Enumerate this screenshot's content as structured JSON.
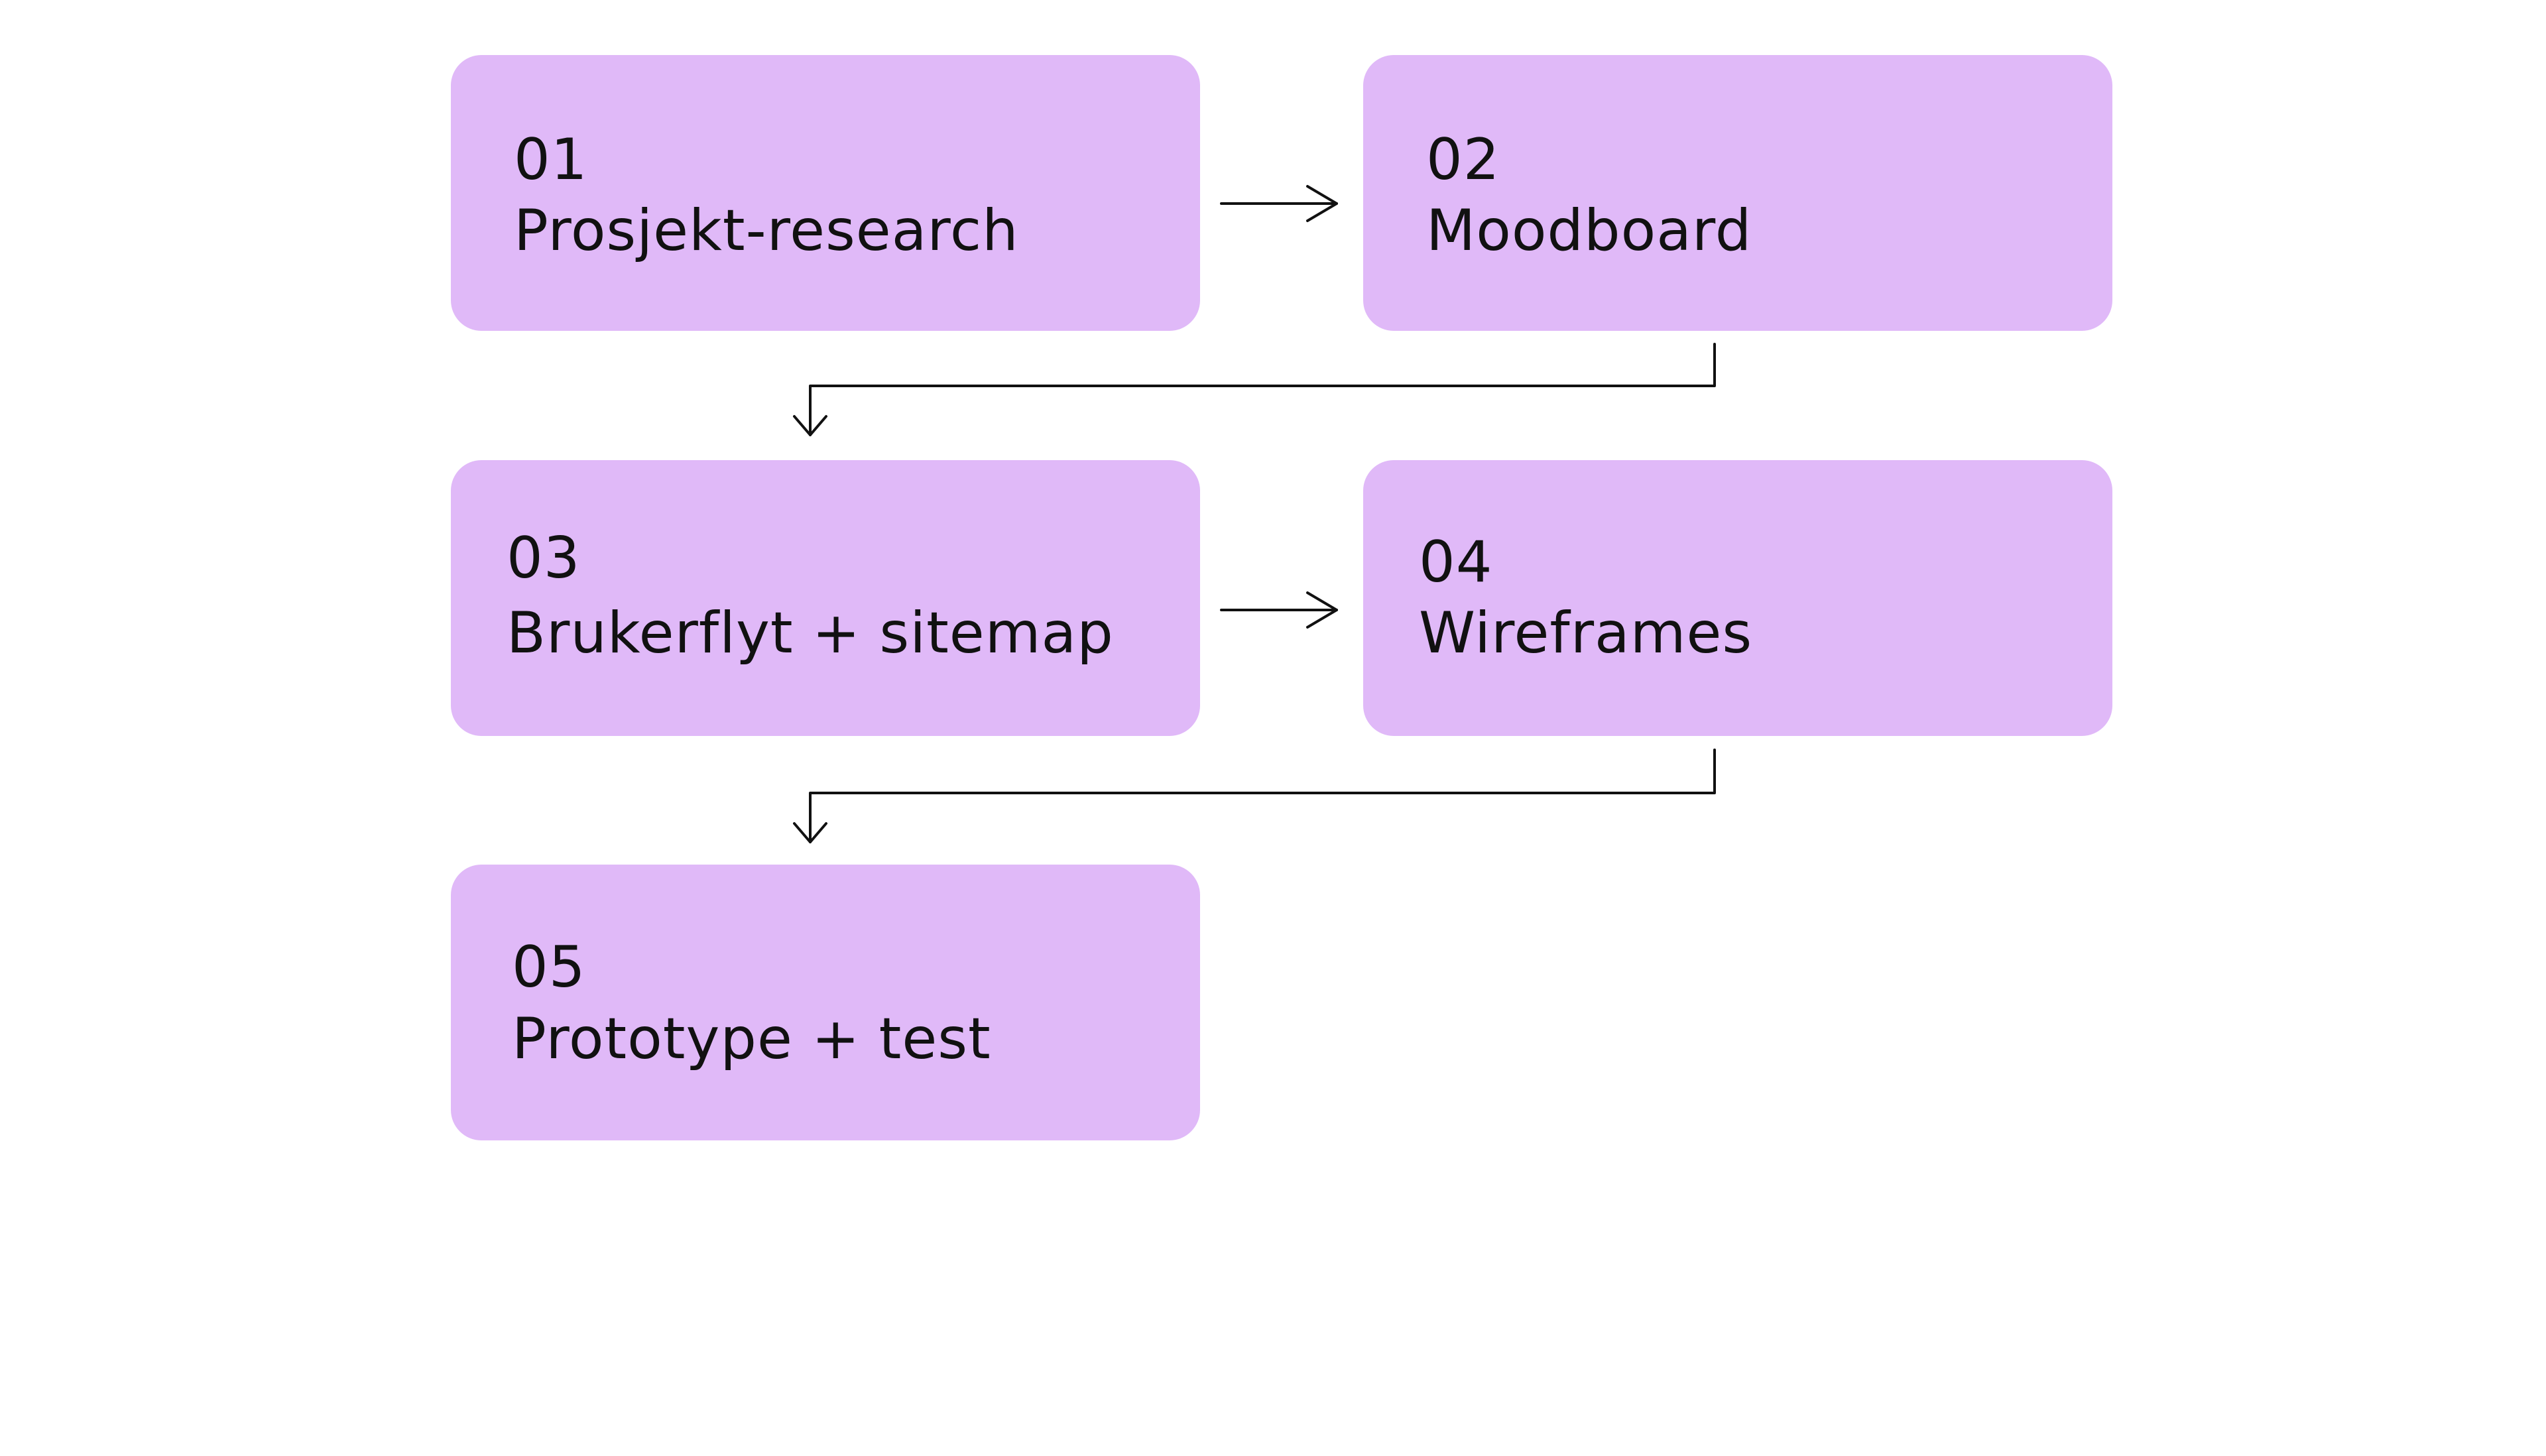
{
  "colors": {
    "box_fill": "#e0b9f8",
    "text": "#111111",
    "connector": "#111111",
    "background": "#ffffff"
  },
  "steps": [
    {
      "number": "01",
      "label": "Prosjekt-research"
    },
    {
      "number": "02",
      "label": "Moodboard"
    },
    {
      "number": "03",
      "label": "Brukerflyt + sitemap"
    },
    {
      "number": "04",
      "label": "Wireframes"
    },
    {
      "number": "05",
      "label": "Prototype + test"
    }
  ]
}
